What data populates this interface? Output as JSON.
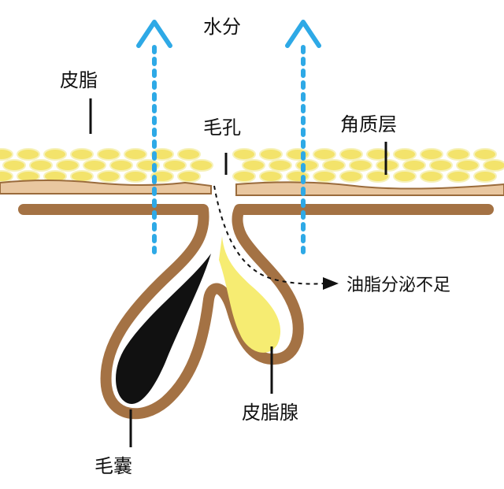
{
  "labels": {
    "water": "水分",
    "sebum": "皮脂",
    "pore": "毛孔",
    "stratum_corneum": "角质层",
    "oil_secretion": "油脂分泌不足",
    "sebaceous_gland": "皮脂腺",
    "hair_follicle": "毛囊"
  },
  "colors": {
    "water_arrow": "#2ea9e6",
    "cell_fill": "#f3e36b",
    "cell_edge": "#f6f1b8",
    "skin_layer": "#e9c7a0",
    "skin_edge": "#9a6b3c",
    "follicle_wall": "#a47244",
    "follicle_inner": "#ffffff",
    "sebum": "#f6ec72",
    "hair": "#111111",
    "text": "#111111"
  }
}
